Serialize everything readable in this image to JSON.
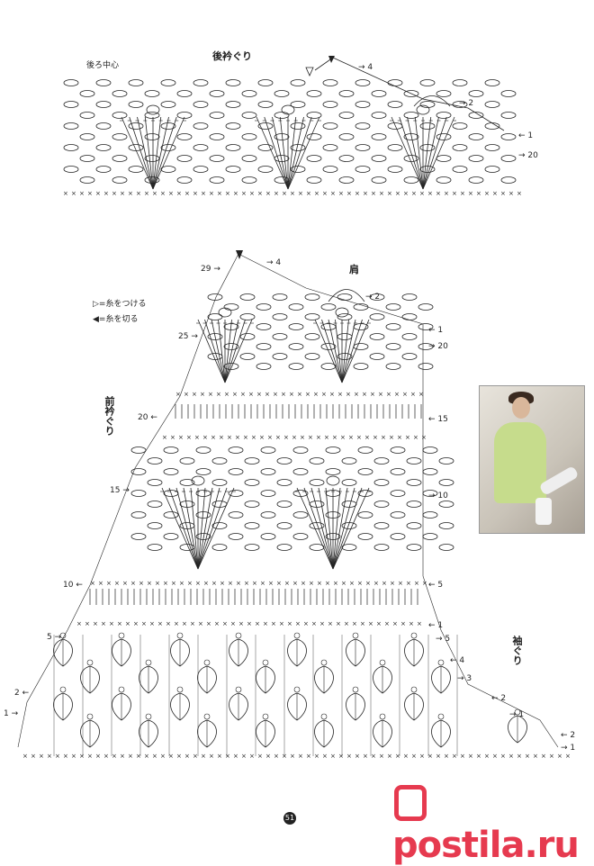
{
  "titles": {
    "back_neckline": "後衿ぐり",
    "back_center": "後ろ中心",
    "shoulder": "肩",
    "front_neckline": "前衿ぐり",
    "armhole": "袖ぐり"
  },
  "legend": {
    "attach": "=糸をつける",
    "cut": "=糸を切る"
  },
  "top_row_numbers": [
    "4",
    "2",
    "1",
    "20"
  ],
  "main_left_numbers": [
    "29",
    "25",
    "20",
    "15",
    "10",
    "5",
    "2",
    "1"
  ],
  "main_right_numbers": [
    "4",
    "2",
    "1",
    "20",
    "15",
    "10",
    "5",
    "1",
    "5",
    "4",
    "3",
    "2",
    "1",
    "2",
    "1"
  ],
  "page_number": "51",
  "watermark": "postila.ru",
  "photo_caption": "",
  "colors": {
    "watermark": "#e63a4f",
    "ink": "#222222",
    "photo_jacket": "#c6dc8c"
  }
}
